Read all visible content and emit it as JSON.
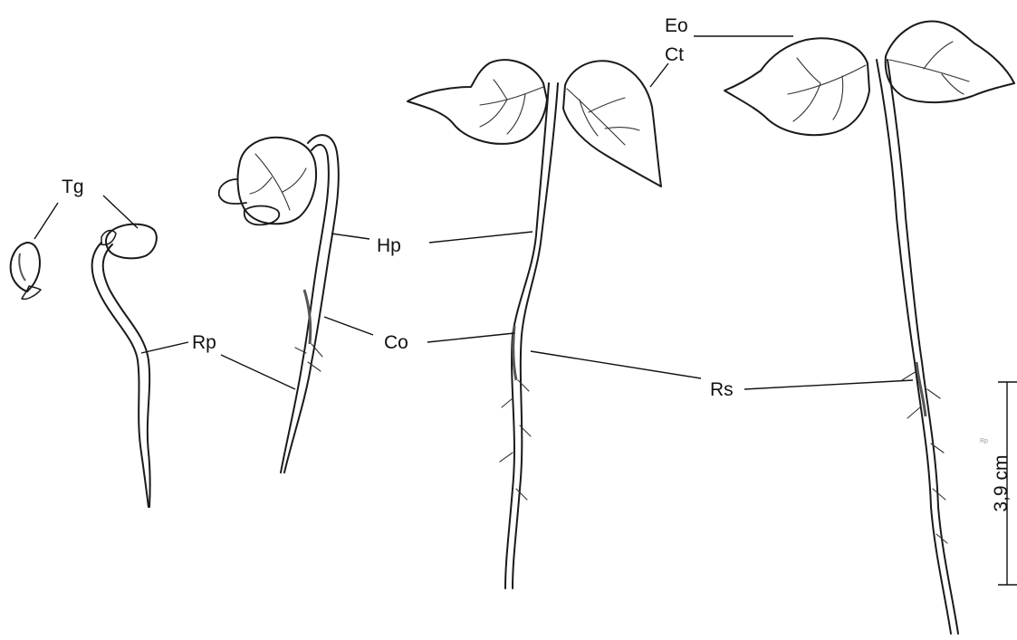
{
  "labels": {
    "tg": "Tg",
    "rp": "Rp",
    "hp": "Hp",
    "co": "Co",
    "rs": "Rs",
    "eo": "Eo",
    "ct": "Ct",
    "rp_small": "Rp"
  },
  "scale_bar": {
    "label": "3,9 cm",
    "length_cm": 3.9
  }
}
